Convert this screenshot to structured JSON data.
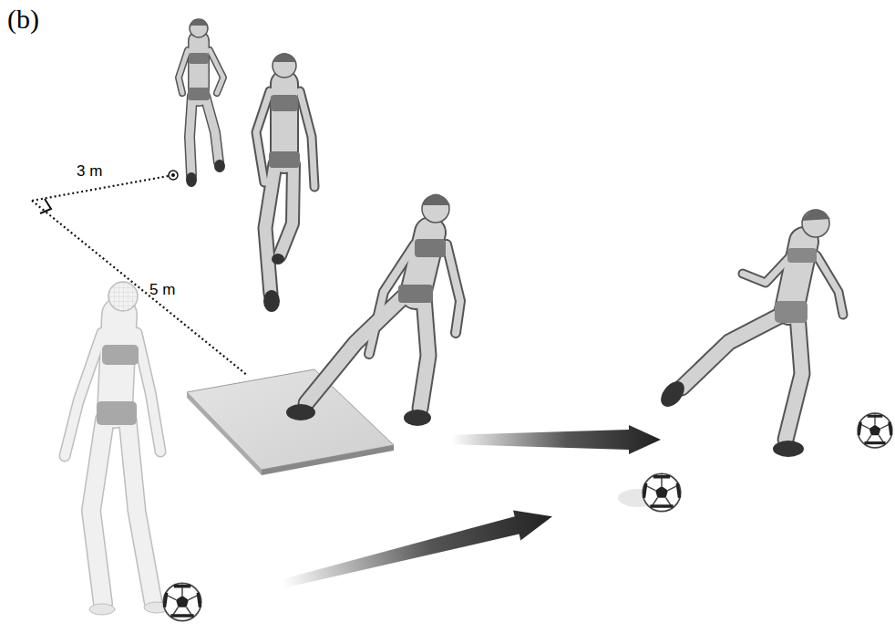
{
  "diagram": {
    "labels": [
      "(b)",
      "3 m",
      "5 m"
    ]
  }
}
